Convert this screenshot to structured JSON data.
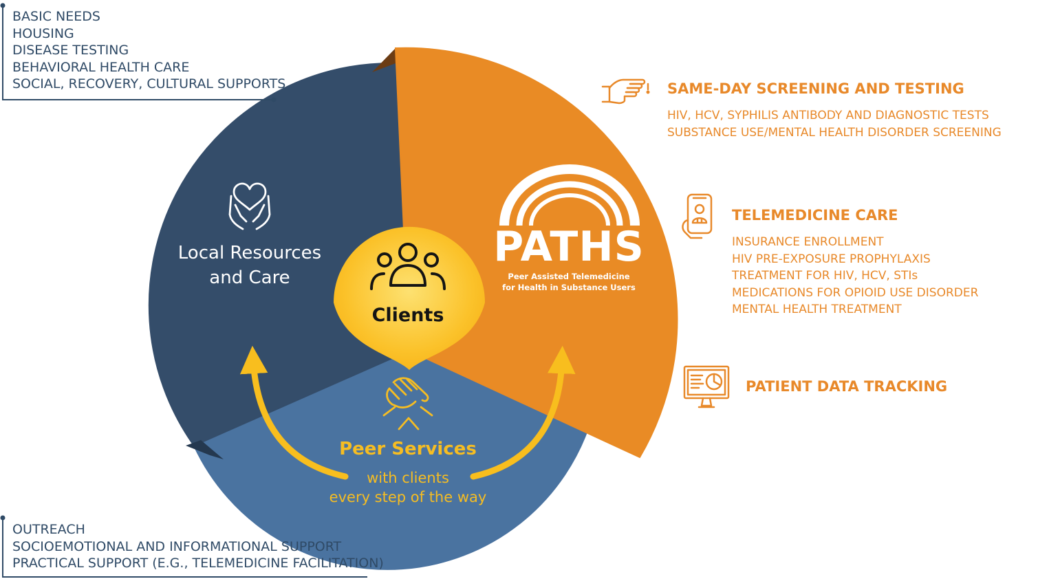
{
  "top_left_list": [
    "BASIC NEEDS",
    "HOUSING",
    "DISEASE TESTING",
    "BEHAVIORAL HEALTH CARE",
    "SOCIAL, RECOVERY, CULTURAL SUPPORTS"
  ],
  "bottom_left_list": [
    "OUTREACH",
    "SOCIOEMOTIONAL AND INFORMATIONAL SUPPORT",
    "PRACTICAL SUPPORT (E.G., TELEMEDICINE FACILITATION)"
  ],
  "wheel": {
    "local": {
      "line1": "Local Resources",
      "line2": "and Care",
      "icon": "heart-hands-icon"
    },
    "center": {
      "label": "Clients",
      "icon": "people-group-icon"
    },
    "peer": {
      "title": "Peer Services",
      "line1": "with clients",
      "line2": "every step of the way",
      "icon": "handshake-icon"
    },
    "paths": {
      "logo": "PATHS",
      "tag1": "Peer Assisted Telemedicine",
      "tag2": "for Health in Substance Users"
    }
  },
  "right_sections": [
    {
      "heading": "SAME-DAY SCREENING AND TESTING",
      "icon": "pointing-hand-icon",
      "items": [
        "HIV, HCV, SYPHILIS ANTIBODY AND DIAGNOSTIC TESTS",
        "SUBSTANCE USE/MENTAL HEALTH DISORDER SCREENING"
      ]
    },
    {
      "heading": "TELEMEDICINE CARE",
      "icon": "phone-doctor-icon",
      "items": [
        "INSURANCE ENROLLMENT",
        "HIV PRE-EXPOSURE PROPHYLAXIS",
        "TREATMENT FOR HIV, HCV, STIs",
        "MEDICATIONS FOR OPIOID USE DISORDER",
        "MENTAL HEALTH TREATMENT"
      ]
    },
    {
      "heading": "PATIENT DATA TRACKING",
      "icon": "monitor-chart-icon",
      "items": []
    }
  ],
  "colors": {
    "dark_navy": "#344d6a",
    "mid_blue": "#4b74a1",
    "orange": "#e98b25",
    "yellow": "#fbbd22",
    "text_blue": "#2f4a66",
    "text_orange": "#e8892a"
  }
}
